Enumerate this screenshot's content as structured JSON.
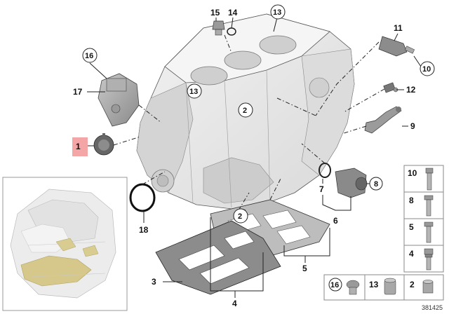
{
  "callouts": {
    "c1": "1",
    "c2a": "2",
    "c2b": "2",
    "c3": "3",
    "c4": "4",
    "c5": "5",
    "c6": "6",
    "c7": "7",
    "c8": "8",
    "c9": "9",
    "c10": "10",
    "c11": "11",
    "c12": "12",
    "c13a": "13",
    "c13b": "13",
    "c14": "14",
    "c15": "15",
    "c16": "16",
    "c17": "17",
    "c18": "18"
  },
  "bolt_legend": {
    "items": [
      {
        "label": "10"
      },
      {
        "label": "8"
      },
      {
        "label": "5"
      },
      {
        "label": "4"
      }
    ]
  },
  "small_parts_legend": {
    "items": [
      {
        "label": "16"
      },
      {
        "label": "13"
      },
      {
        "label": "2"
      }
    ]
  },
  "reference_number": "381425",
  "colors": {
    "highlight": "#f4a6a6",
    "block": "#e6e6e6",
    "line": "#222222"
  }
}
